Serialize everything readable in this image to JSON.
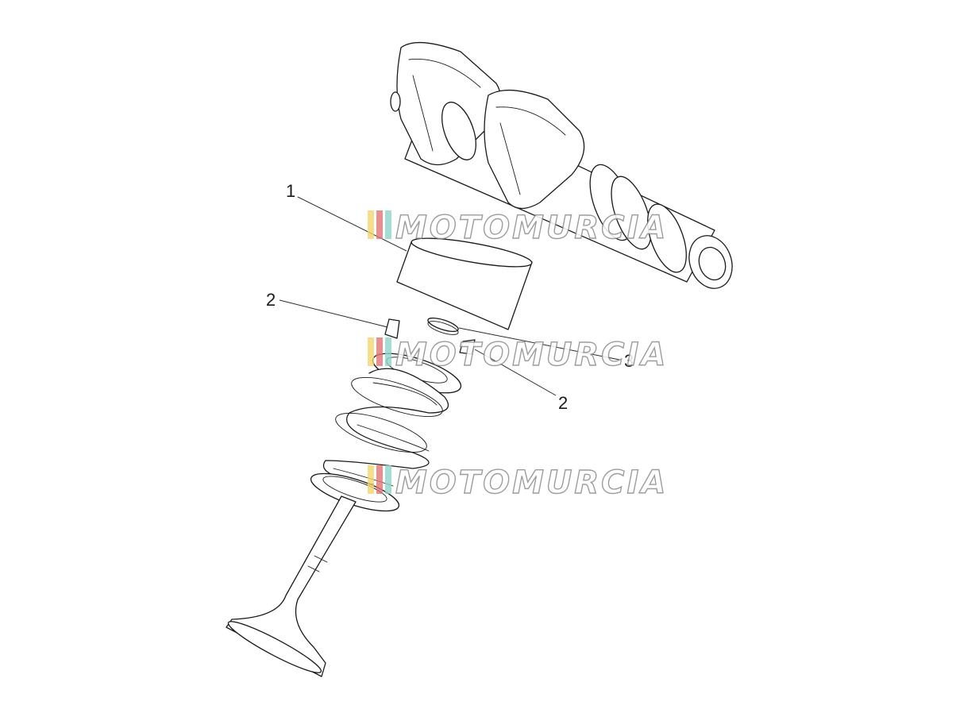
{
  "callouts": {
    "tappet": "1",
    "cotter_left": "2",
    "shim": "3",
    "cotter_right": "2"
  },
  "watermark": {
    "text": "MOTOMURCIA",
    "stripe_colors": [
      "#f2d46b",
      "#e57373",
      "#8fd3c8"
    ]
  },
  "colors": {
    "line": "#1a1a1a",
    "watermark_outline": "#8c8c8c"
  }
}
